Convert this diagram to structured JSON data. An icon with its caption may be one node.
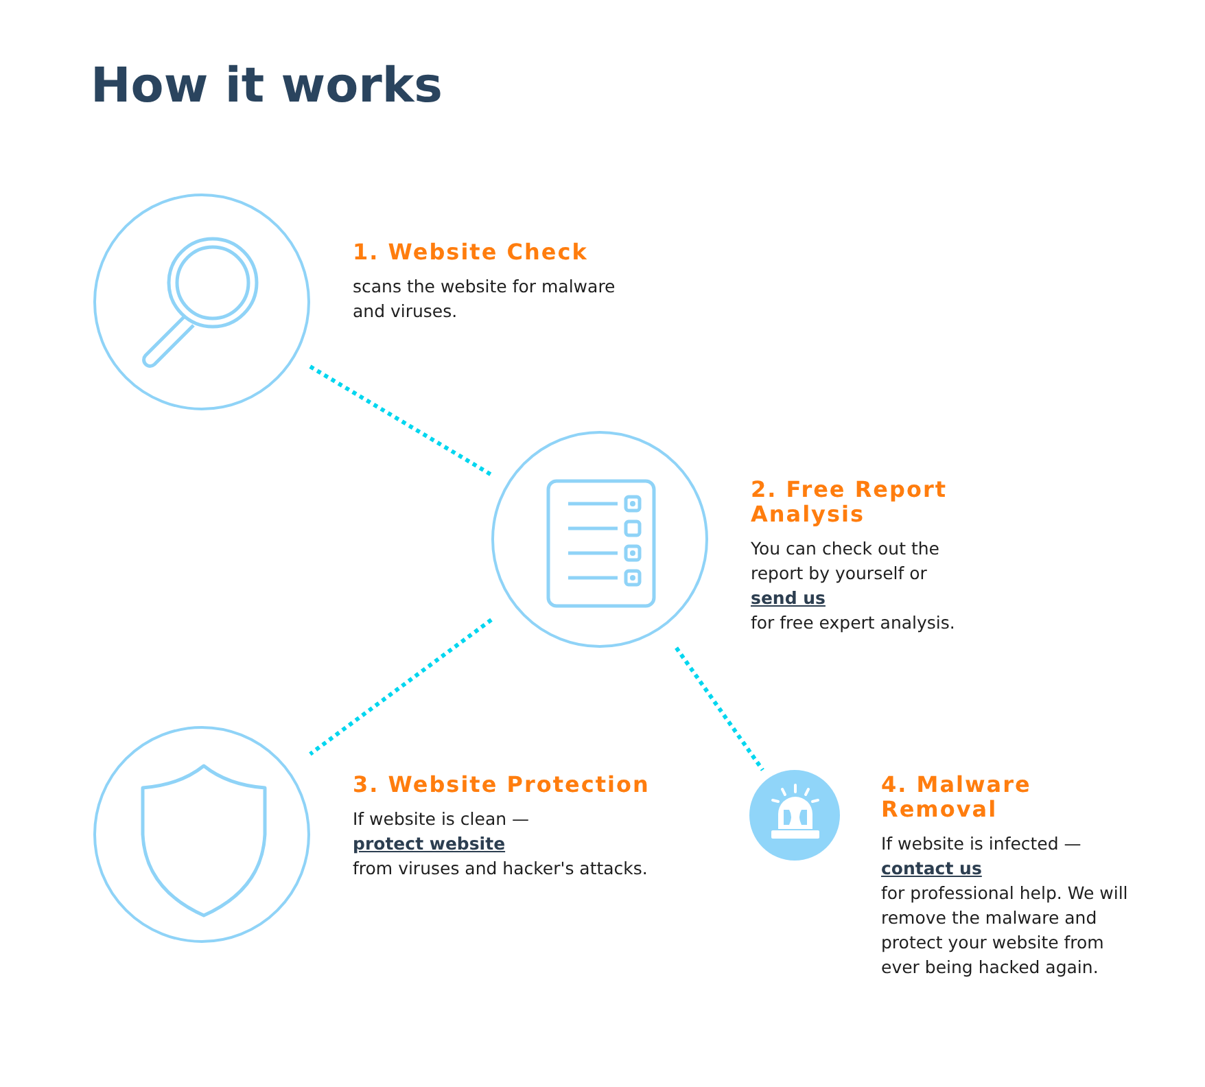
{
  "diagram": {
    "title": "How it works",
    "nodes": [
      {
        "text": [],
        "shape": "circle",
        "beside": [
          "1. Website Check",
          "scans the website for malware and viruses."
        ]
      },
      {
        "text": [],
        "shape": "circle",
        "beside": [
          "2. Free Report Analysis",
          "You can check out the report by yourself or **send us** for free expert analysis."
        ]
      },
      {
        "text": [],
        "shape": "circle",
        "beside": [
          "3. Website Protection",
          "If website is clean — **protect website** from viruses and hacker's attacks."
        ]
      },
      {
        "text": [],
        "shape": "circle",
        "beside": [
          "4. Malware Removal",
          "If website is infected — **contact us** for professional help. We will remove the malware and protect your website from ever being hacked again."
        ]
      }
    ],
    "edges": [
      {
        "from": 0,
        "to": 1,
        "arrow": "none",
        "style": "dashed"
      },
      {
        "from": 1,
        "to": 2,
        "arrow": "none",
        "style": "dashed"
      },
      {
        "from": 1,
        "to": 3,
        "arrow": "none",
        "style": "dashed"
      }
    ]
  }
}
